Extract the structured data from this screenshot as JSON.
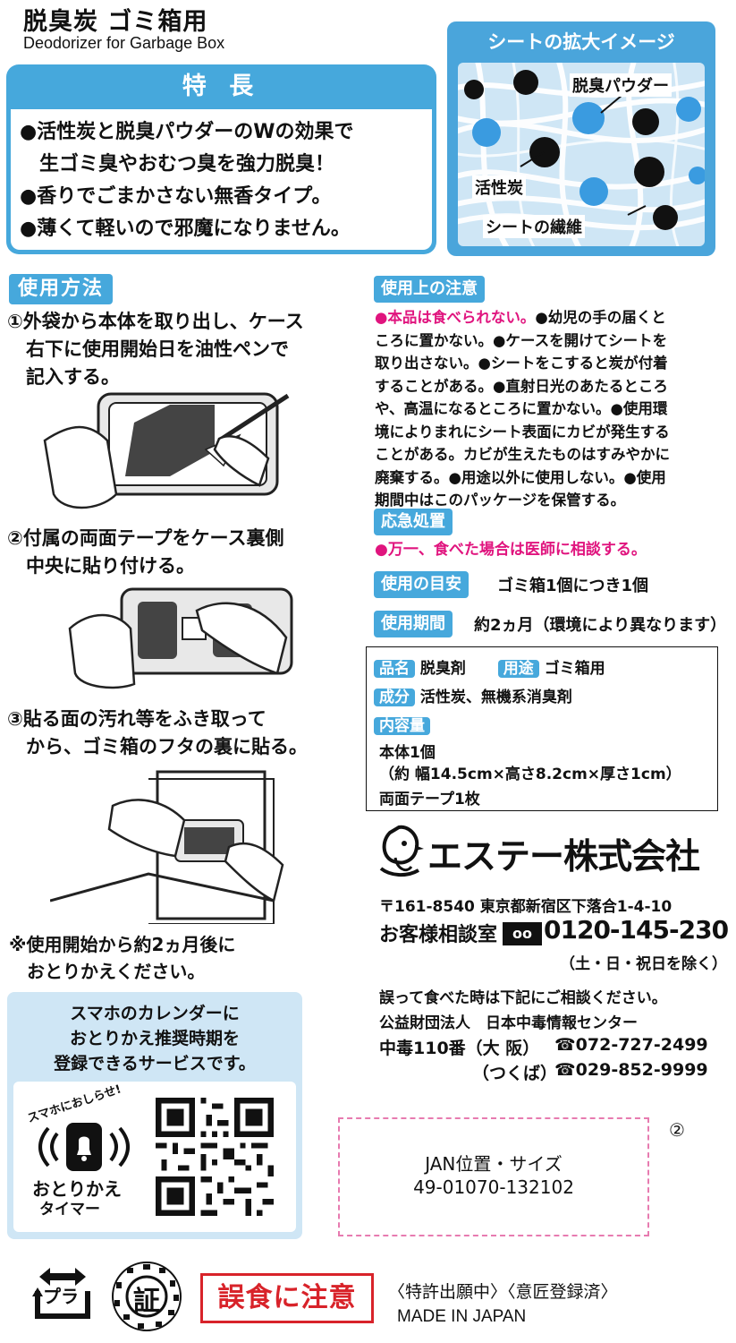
{
  "header": {
    "title_jp": "脱臭炭 ゴミ箱用",
    "title_en": "Deodorizer for Garbage Box"
  },
  "features": {
    "heading": "特 長",
    "lines": [
      "●活性炭と脱臭パウダーのWの効果で",
      "　生ゴミ臭やおむつ臭を強力脱臭！",
      "●香りでごまかさない無香タイプ。",
      "●薄くて軽いので邪魔になりません。"
    ]
  },
  "enlarged": {
    "heading": "シートの拡大イメージ",
    "label_powder": "脱臭パウダー",
    "label_carbon": "活性炭",
    "label_fiber": "シートの繊維"
  },
  "usage": {
    "heading": "使用方法",
    "step1": [
      "①外袋から本体を取り出し、ケース",
      "　右下に使用開始日を油性ペンで",
      "　記入する。"
    ],
    "step2": [
      "②付属の両面テープをケース裏側",
      "　中央に貼り付ける。"
    ],
    "step3": [
      "③貼る面の汚れ等をふき取って",
      "　から、ゴミ箱のフタの裏に貼る。"
    ],
    "replace_note": [
      "※使用開始から約2ヵ月後に",
      "　おとりかえください。"
    ]
  },
  "cautions": {
    "heading": "使用上の注意",
    "pink_lead": "●本品は食べられない。",
    "lines": [
      "●幼児の手の届くと",
      "ころに置かない。●ケースを開けてシートを",
      "取り出さない。●シートをこすると炭が付着",
      "することがある。●直射日光のあたるところ",
      "や、高温になるところに置かない。●使用環",
      "境によりまれにシート表面にカビが発生する",
      "ことがある。カビが生えたものはすみやかに",
      "廃棄する。●用途以外に使用しない。●使用",
      "期間中はこのパッケージを保管する。"
    ]
  },
  "emergency": {
    "heading": "応急処置",
    "text": "●万一、食べた場合は医師に相談する。"
  },
  "guide": {
    "label": "使用の目安",
    "value": "ゴミ箱1個につき1個"
  },
  "period": {
    "label": "使用期間",
    "value": "約2ヵ月（環境により異なります）"
  },
  "spec": {
    "name_label": "品名",
    "name_value": "脱臭剤",
    "use_label": "用途",
    "use_value": "ゴミ箱用",
    "ingredient_label": "成分",
    "ingredient_value": "活性炭、無機系消臭剤",
    "contents_label": "内容量",
    "contents_line1": "本体1個",
    "contents_line2": "（約 幅14.5cm×高さ8.2cm×厚さ1cm）",
    "contents_line3": "両面テープ1枚"
  },
  "company": {
    "name": "エステー株式会社",
    "address": "〒161-8540 東京都新宿区下落合1-4-10",
    "consult_label": "お客様相談室",
    "freedial_mark": "oo",
    "phone": "0120-145-230",
    "hours": "（土・日・祝日を除く）"
  },
  "poison": {
    "intro": "誤って食べた時は下記にご相談ください。",
    "org": "公益財団法人　日本中毒情報センター",
    "osaka_label": "中毒110番（大 阪）",
    "osaka_phone": "☎072-727-2499",
    "tsukuba_label": "（つくば）",
    "tsukuba_phone": "☎029-852-9999"
  },
  "smartphone": {
    "lines": [
      "スマホのカレンダーに",
      "おとりかえ推奨時期を",
      "登録できるサービスです。"
    ],
    "arc_text": "スマホにおしらせ!",
    "timer_line1": "おとりかえ",
    "timer_line2": "タイマー"
  },
  "jan": {
    "circle_num": "②",
    "line1": "JAN位置・サイズ",
    "line2": "49-01070-132102"
  },
  "footer": {
    "pla_label": "プラ",
    "seal_char": "証",
    "warning": "誤食に注意",
    "patent": "〈特許出願中〉〈意匠登録済〉",
    "made_in": "MADE IN JAPAN"
  },
  "colors": {
    "accent_blue": "#46a8dc",
    "light_blue": "#cfe6f5",
    "pink": "#e0147e",
    "warning_red": "#d8232a"
  }
}
